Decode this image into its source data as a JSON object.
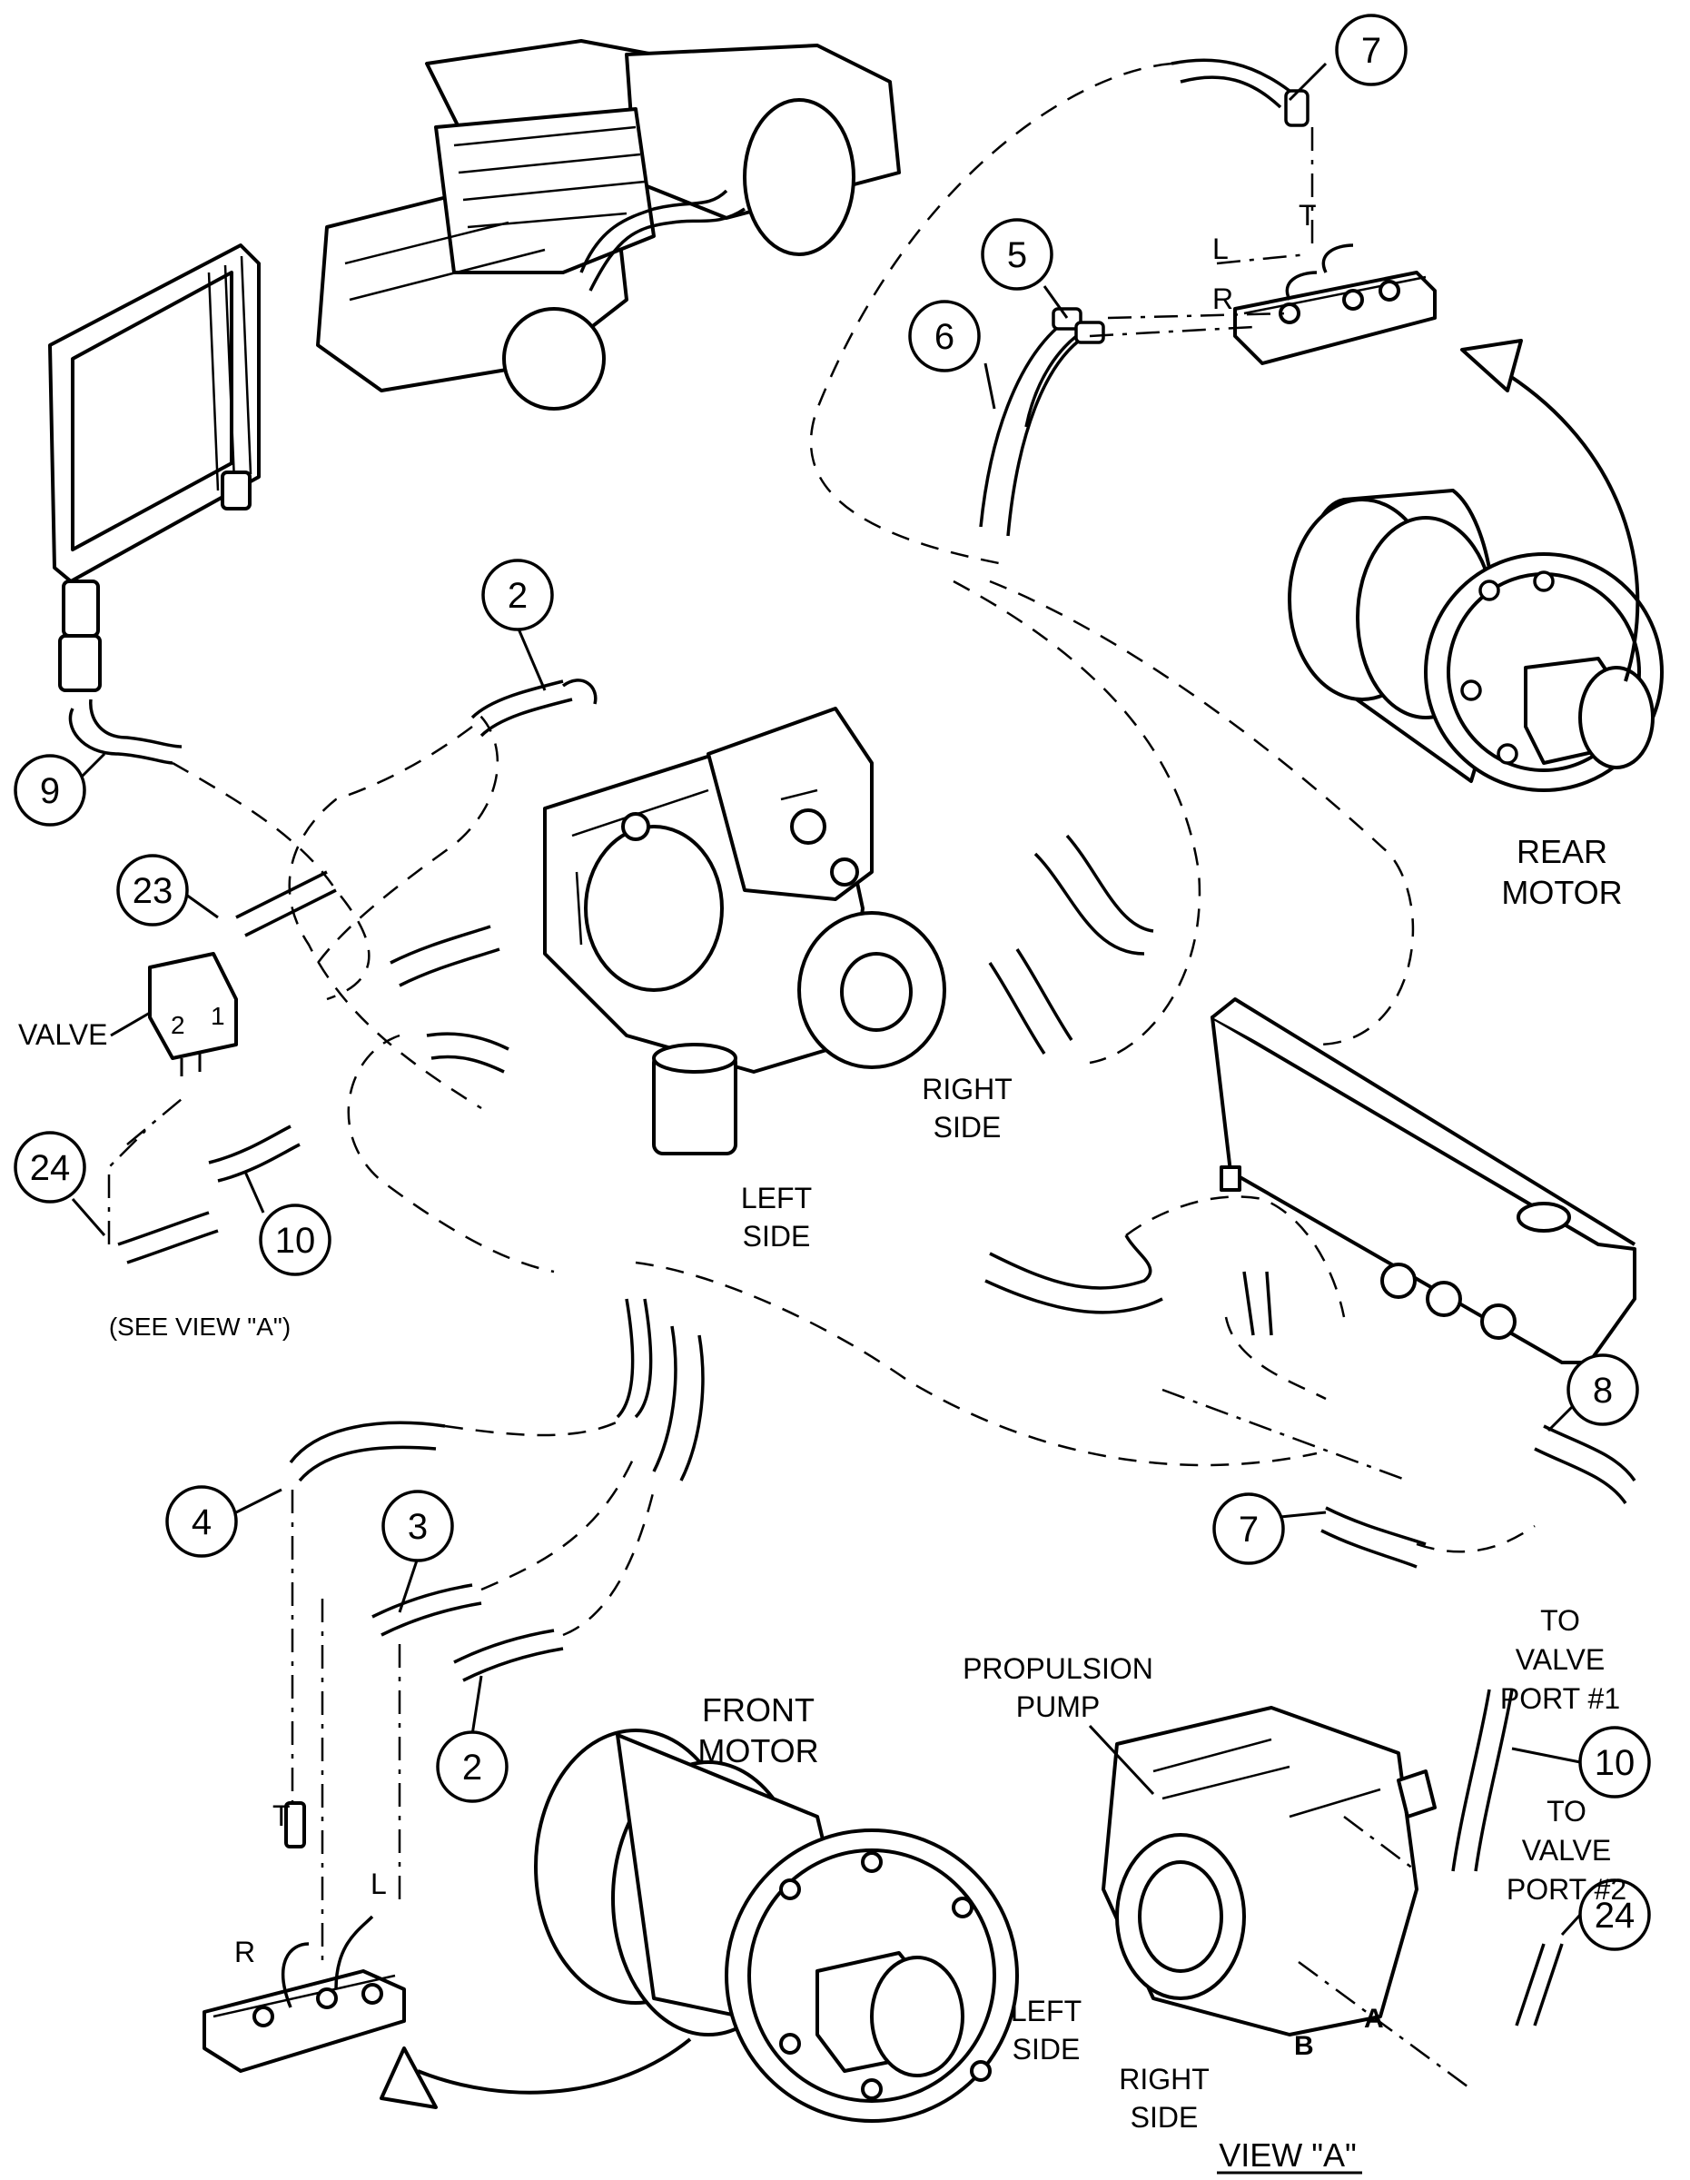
{
  "callouts": {
    "c2_top": "2",
    "c2_bottom": "2",
    "c3": "3",
    "c4": "4",
    "c5": "5",
    "c6": "6",
    "c7_top": "7",
    "c7_right": "7",
    "c8": "8",
    "c9": "9",
    "c10_left": "10",
    "c10_view": "10",
    "c23": "23",
    "c24_left": "24",
    "c24_view": "24"
  },
  "labels": {
    "rear_motor_line1": "REAR",
    "rear_motor_line2": "MOTOR",
    "front_motor_line1": "FRONT",
    "front_motor_line2": "MOTOR",
    "valve": "VALVE",
    "right_side_1": "RIGHT",
    "right_side_2": "SIDE",
    "left_side_1": "LEFT",
    "left_side_2": "SIDE",
    "see_view_a": "(SEE VIEW \"A\")",
    "propulsion_1": "PROPULSION",
    "propulsion_2": "PUMP",
    "to_valve_1_l1": "TO",
    "to_valve_1_l2": "VALVE",
    "to_valve_1_l3": "PORT #1",
    "to_valve_2_l1": "TO",
    "to_valve_2_l2": "VALVE",
    "to_valve_2_l3": "PORT #2",
    "view_left_1": "LEFT",
    "view_left_2": "SIDE",
    "view_right_1": "RIGHT",
    "view_right_2": "SIDE",
    "port_a": "A",
    "port_b": "B",
    "view_a_title": "VIEW \"A\"",
    "rear_t": "T",
    "rear_l": "L",
    "rear_r": "R",
    "front_t": "T",
    "front_l": "L",
    "front_r": "R",
    "valve_port_2": "2",
    "valve_port_1": "1"
  }
}
